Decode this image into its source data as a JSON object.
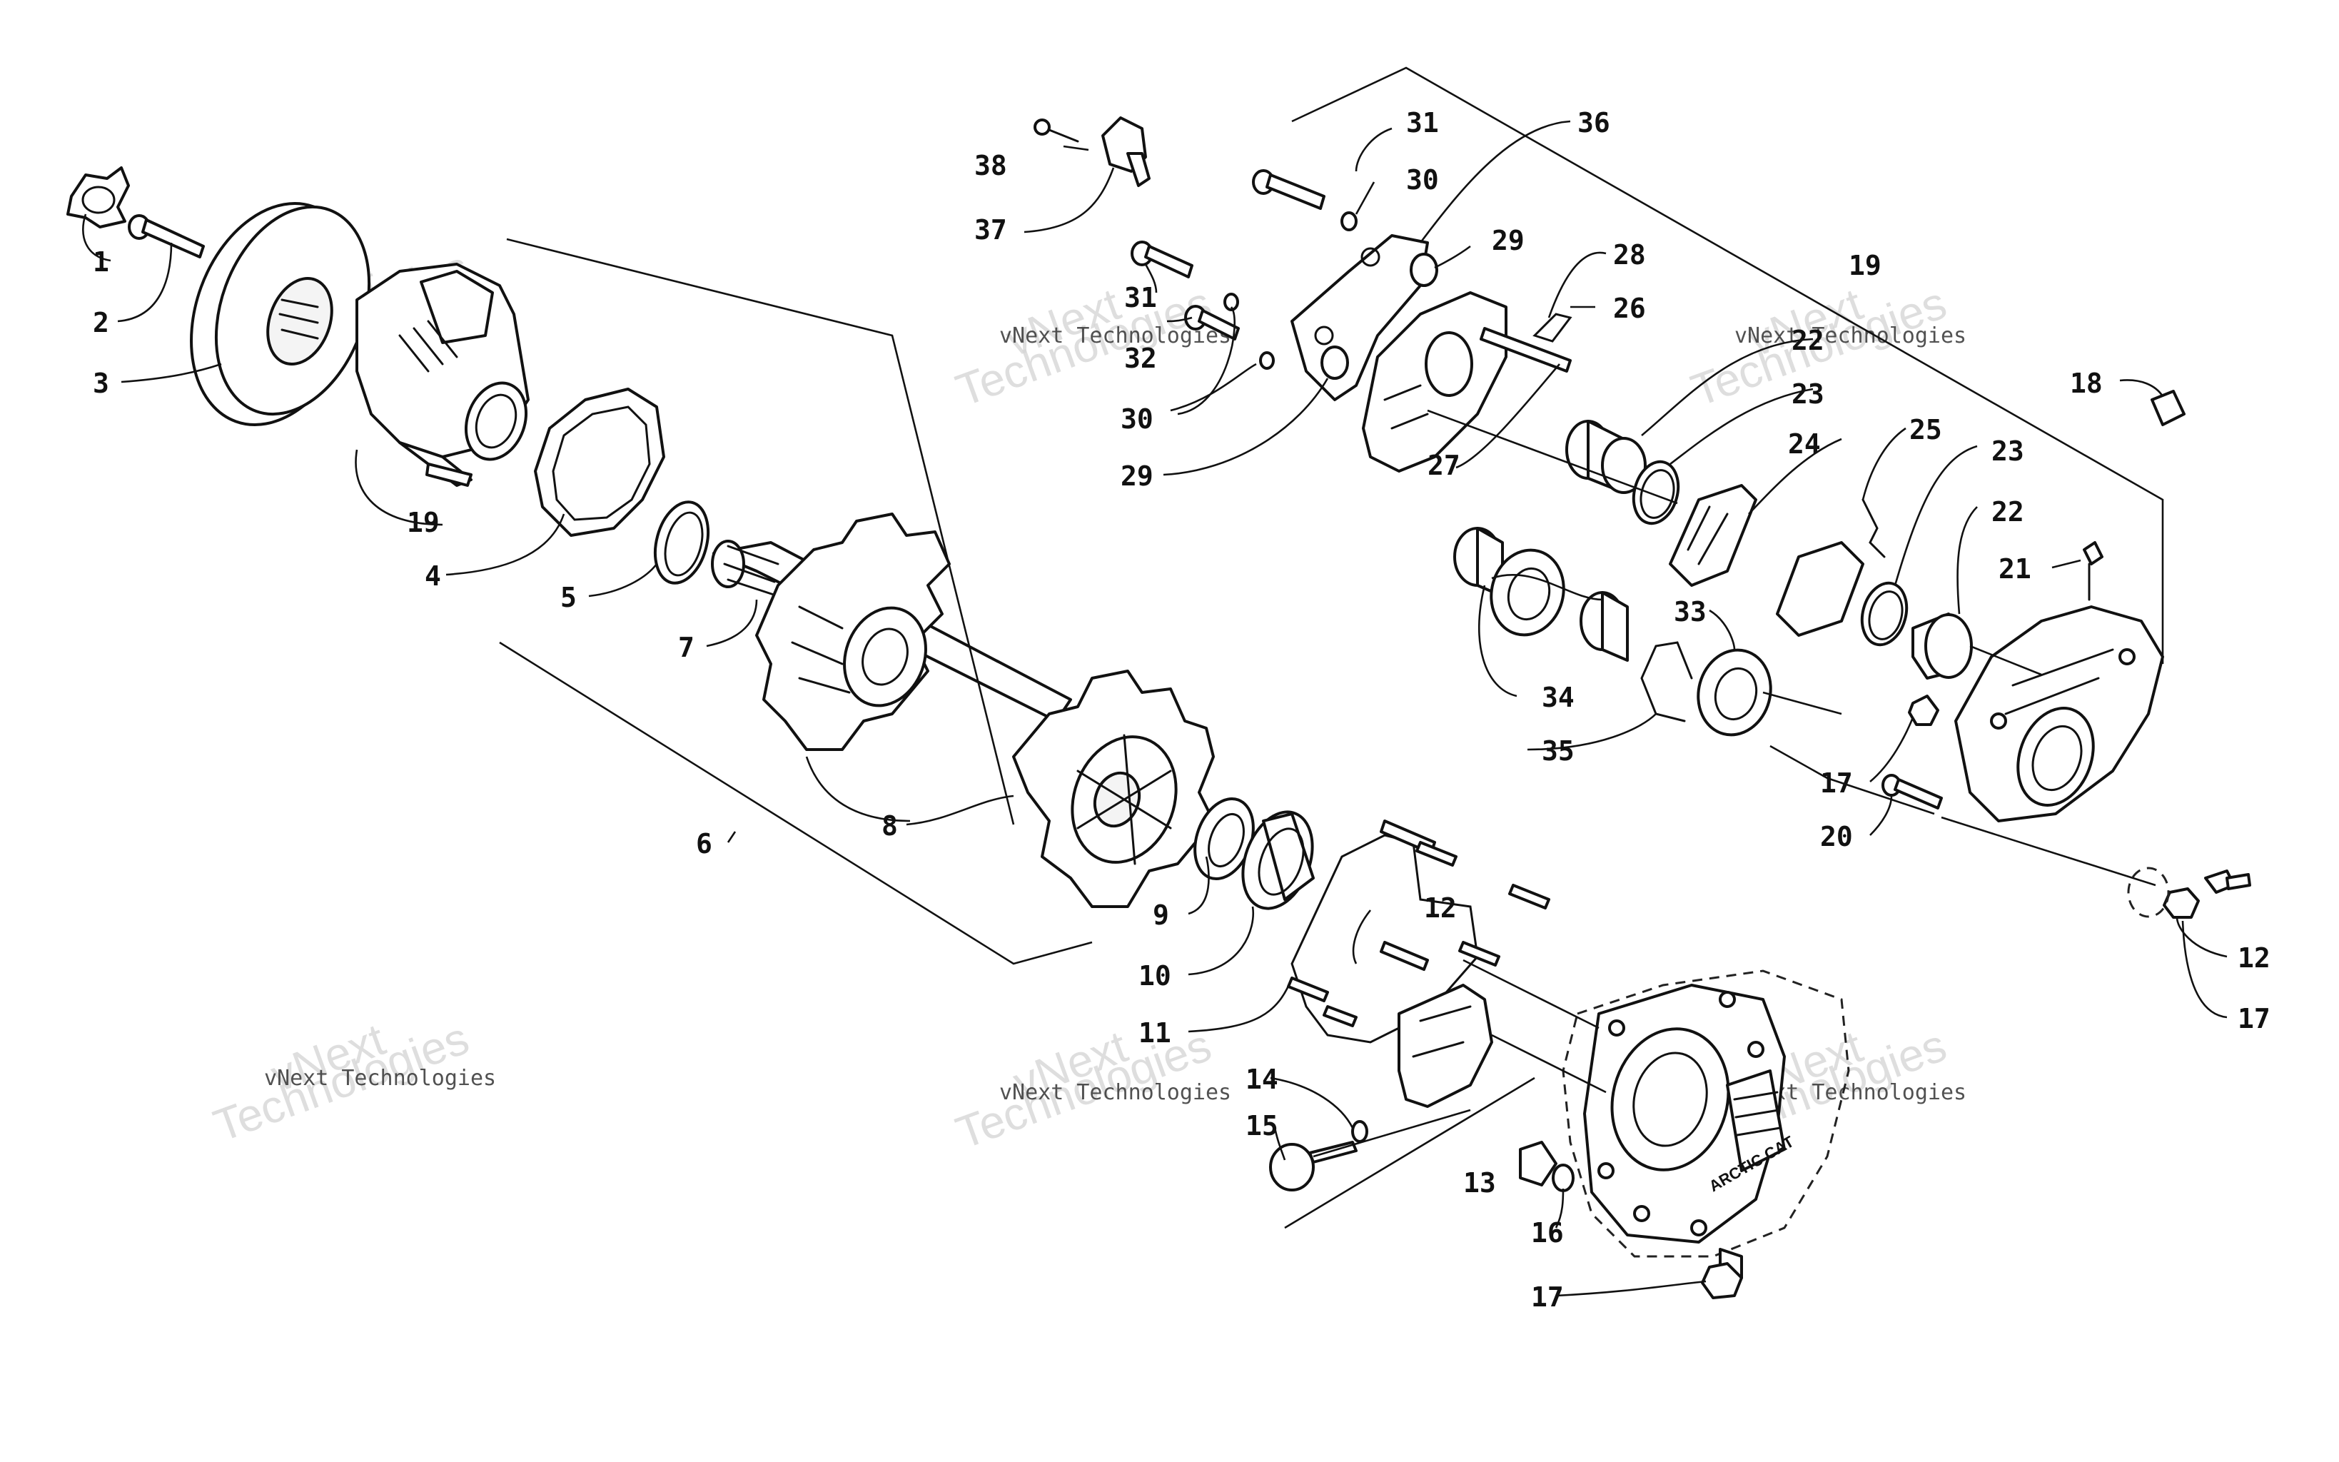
{
  "watermark": {
    "line1": "vNext Technologies",
    "line2": "vNext",
    "line3": "Technologies"
  },
  "labels": {
    "l1": "1",
    "l2": "2",
    "l3": "3",
    "l4": "4",
    "l5": "5",
    "l6": "6",
    "l7": "7",
    "l8": "8",
    "l9": "9",
    "l10": "10",
    "l11": "11",
    "l12a": "12",
    "l12b": "12",
    "l13": "13",
    "l14": "14",
    "l15": "15",
    "l16": "16",
    "l17a": "17",
    "l17b": "17",
    "l17c": "17",
    "l18": "18",
    "l19a": "19",
    "l19b": "19",
    "l20": "20",
    "l21": "21",
    "l22a": "22",
    "l22b": "22",
    "l23a": "23",
    "l23b": "23",
    "l24": "24",
    "l25": "25",
    "l26": "26",
    "l27": "27",
    "l28": "28",
    "l29a": "29",
    "l29b": "29",
    "l30a": "30",
    "l30b": "30",
    "l31a": "31",
    "l31b": "31",
    "l32": "32",
    "l33": "33",
    "l34": "34",
    "l35": "35",
    "l36": "36",
    "l37": "37",
    "l38": "38"
  },
  "stamp_text": "ARCTIC CAT"
}
